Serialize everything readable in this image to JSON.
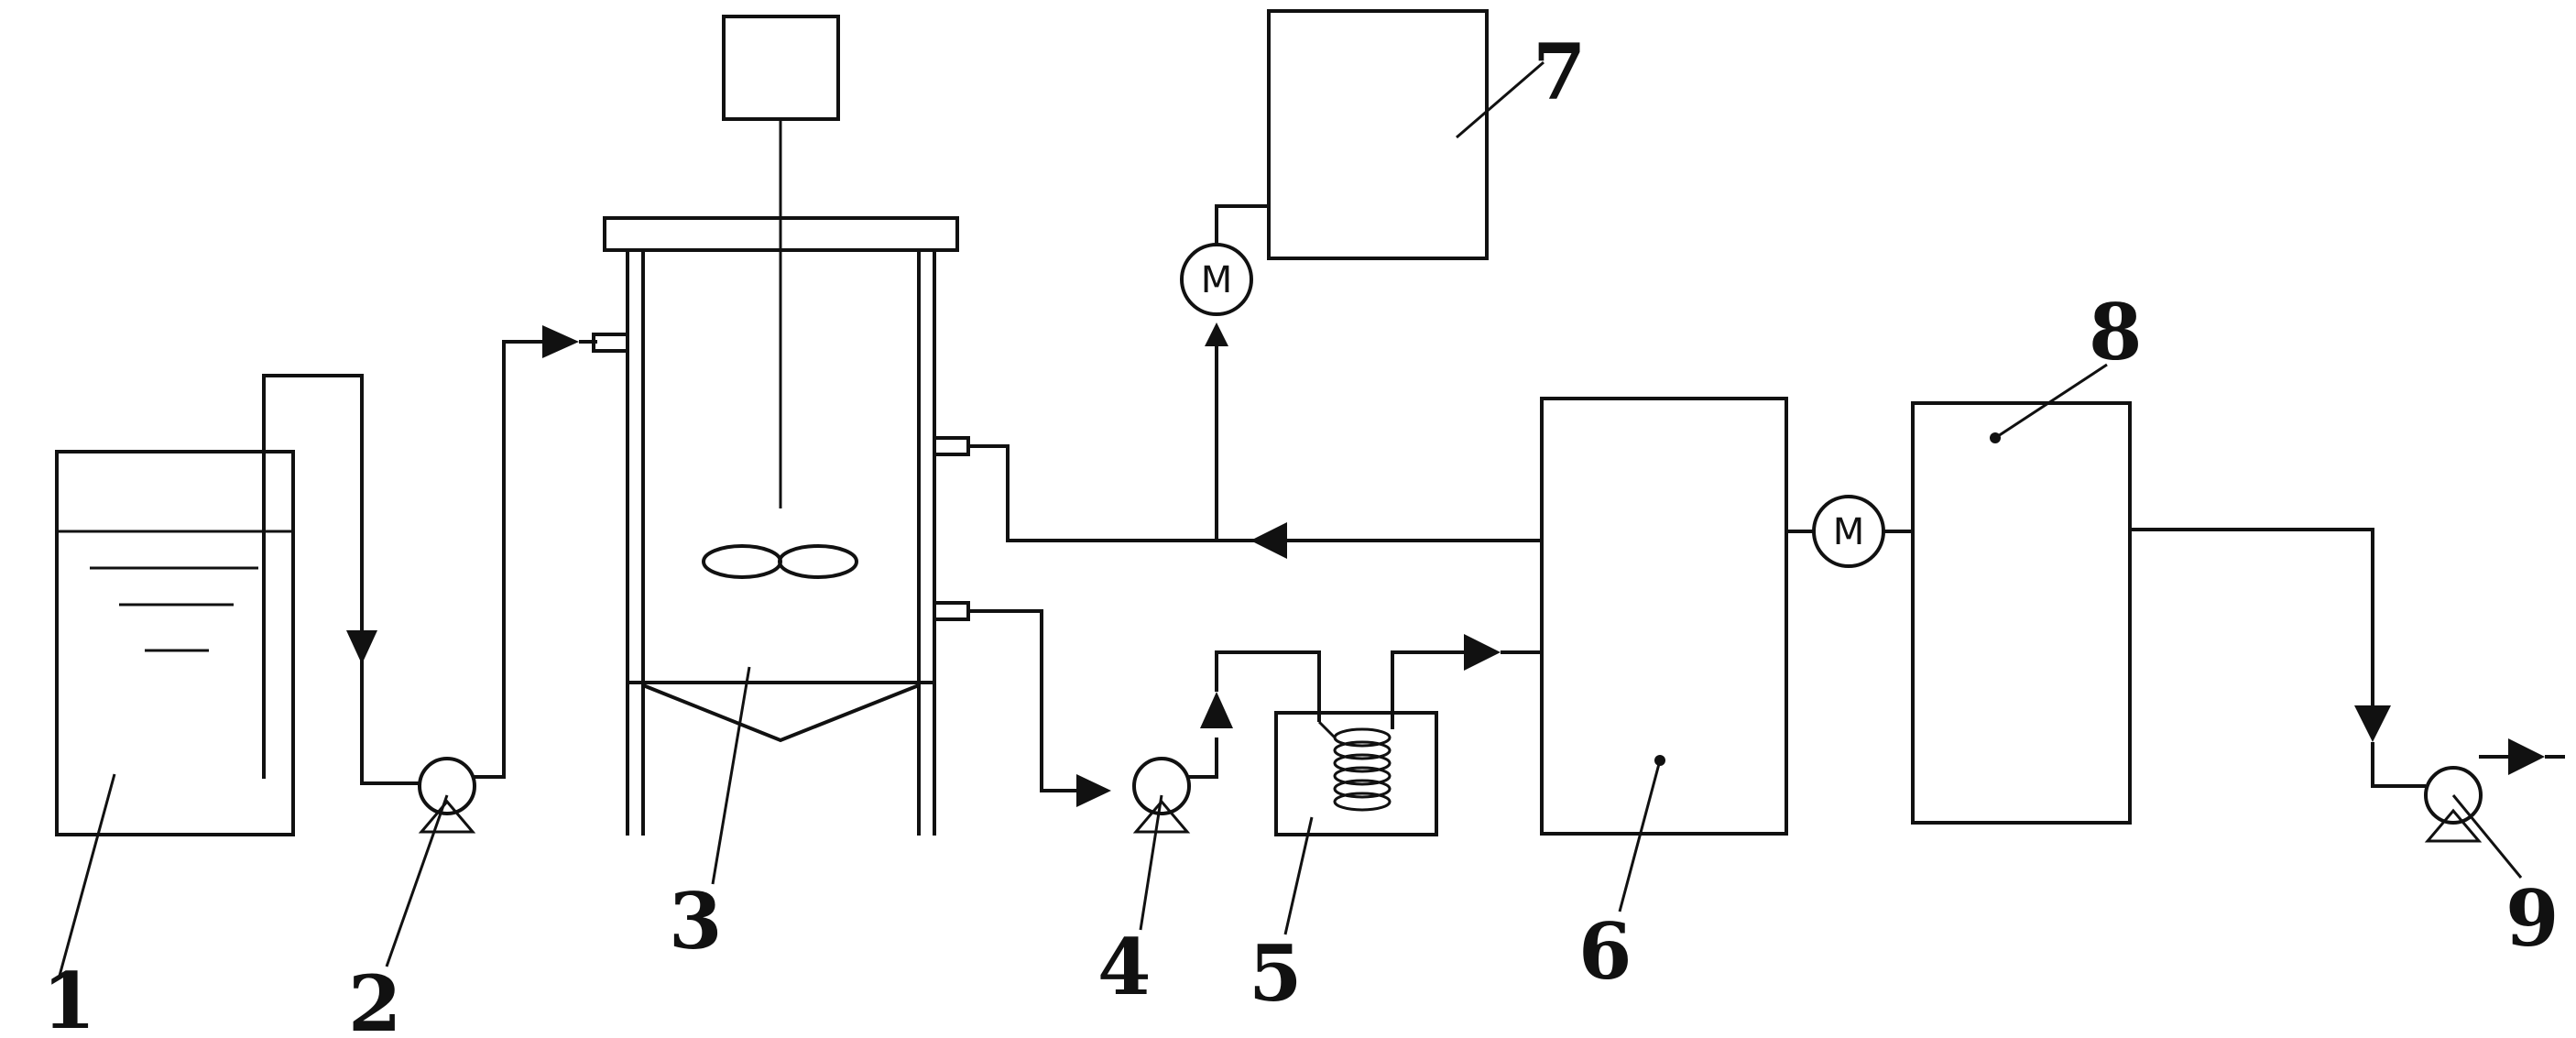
{
  "labels": {
    "l1": "1",
    "l2": "2",
    "l3": "3",
    "l4": "4",
    "l5": "5",
    "l6": "6",
    "l7": "7",
    "l8": "8",
    "l9": "9"
  },
  "meter_symbol": "M"
}
